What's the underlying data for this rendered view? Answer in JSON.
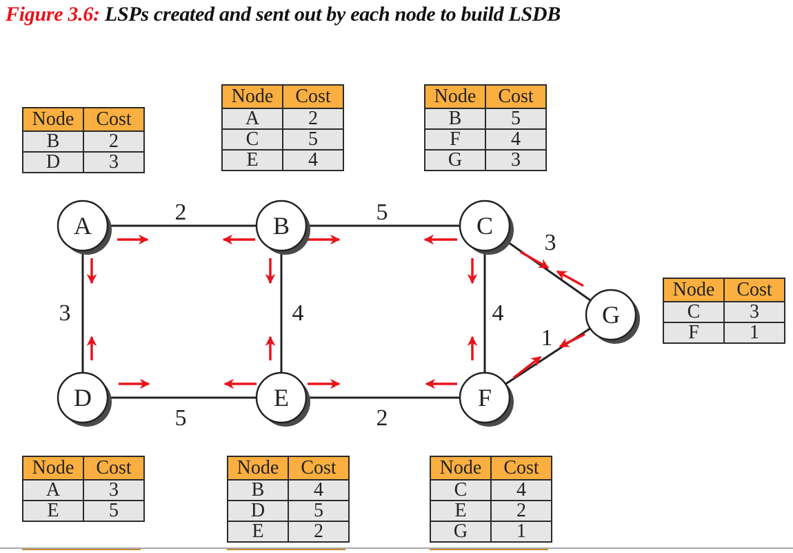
{
  "title": {
    "figure_label": "Figure 3.6:",
    "caption": " LSPs created and sent out by each node to build LSDB"
  },
  "colors": {
    "figure_label": "#e8141c",
    "header_fill": "#fbaf40",
    "row_fill": "#e6e6e6",
    "arrow": "#e8141c",
    "shadow": "#4a4a4a"
  },
  "table_headers": {
    "node": "Node",
    "cost": "Cost"
  },
  "nodes": [
    {
      "id": "A",
      "label": "A"
    },
    {
      "id": "B",
      "label": "B"
    },
    {
      "id": "C",
      "label": "C"
    },
    {
      "id": "D",
      "label": "D"
    },
    {
      "id": "E",
      "label": "E"
    },
    {
      "id": "F",
      "label": "F"
    },
    {
      "id": "G",
      "label": "G"
    }
  ],
  "edges": [
    {
      "from": "A",
      "to": "B",
      "cost": "2"
    },
    {
      "from": "B",
      "to": "C",
      "cost": "5"
    },
    {
      "from": "A",
      "to": "D",
      "cost": "3"
    },
    {
      "from": "B",
      "to": "E",
      "cost": "4"
    },
    {
      "from": "C",
      "to": "F",
      "cost": "4"
    },
    {
      "from": "D",
      "to": "E",
      "cost": "5"
    },
    {
      "from": "E",
      "to": "F",
      "cost": "2"
    },
    {
      "from": "C",
      "to": "G",
      "cost": "3"
    },
    {
      "from": "F",
      "to": "G",
      "cost": "1"
    }
  ],
  "lsp_tables": {
    "A": [
      {
        "node": "B",
        "cost": "2"
      },
      {
        "node": "D",
        "cost": "3"
      }
    ],
    "B": [
      {
        "node": "A",
        "cost": "2"
      },
      {
        "node": "C",
        "cost": "5"
      },
      {
        "node": "E",
        "cost": "4"
      }
    ],
    "C": [
      {
        "node": "B",
        "cost": "5"
      },
      {
        "node": "F",
        "cost": "4"
      },
      {
        "node": "G",
        "cost": "3"
      }
    ],
    "D": [
      {
        "node": "A",
        "cost": "3"
      },
      {
        "node": "E",
        "cost": "5"
      }
    ],
    "E": [
      {
        "node": "B",
        "cost": "4"
      },
      {
        "node": "D",
        "cost": "5"
      },
      {
        "node": "E",
        "cost": "2"
      }
    ],
    "F": [
      {
        "node": "C",
        "cost": "4"
      },
      {
        "node": "E",
        "cost": "2"
      },
      {
        "node": "G",
        "cost": "1"
      }
    ],
    "G": [
      {
        "node": "C",
        "cost": "3"
      },
      {
        "node": "F",
        "cost": "1"
      }
    ]
  }
}
